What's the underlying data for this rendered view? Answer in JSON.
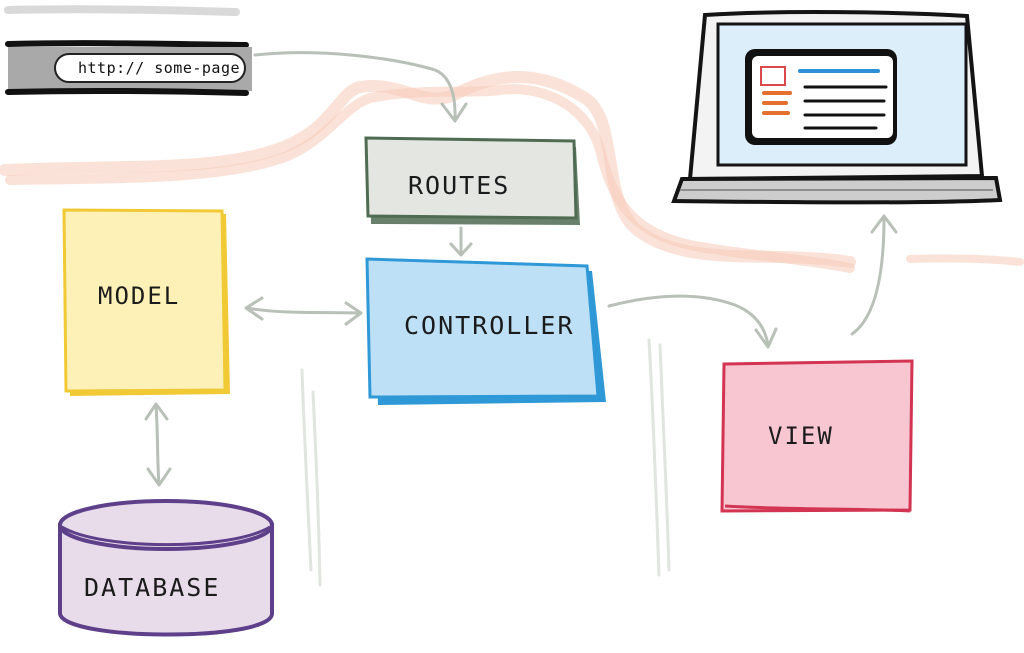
{
  "browser": {
    "url": "http:// some-page"
  },
  "nodes": {
    "routes": {
      "label": "ROUTES"
    },
    "controller": {
      "label": "CONTROLLER"
    },
    "model": {
      "label": "MODEL"
    },
    "view": {
      "label": "VIEW"
    },
    "database": {
      "label": "DATABASE"
    }
  },
  "colors": {
    "routes_fill": "#e4e7e1",
    "routes_stroke": "#4f6b52",
    "controller_fill": "#bde0f7",
    "controller_stroke": "#2f98d6",
    "model_fill": "#fdf1b8",
    "model_stroke": "#f0c934",
    "view_fill": "#f8c6d1",
    "view_stroke": "#d23451",
    "database_fill": "#e8dcea",
    "database_stroke": "#5e3f8a",
    "laptop_screen": "#dceefa",
    "flow_line": "#f6cbb8",
    "arrow": "#b8c0b8"
  },
  "icons": {
    "browser": "browser-bar-icon",
    "laptop": "laptop-icon",
    "database": "database-cylinder-icon"
  }
}
